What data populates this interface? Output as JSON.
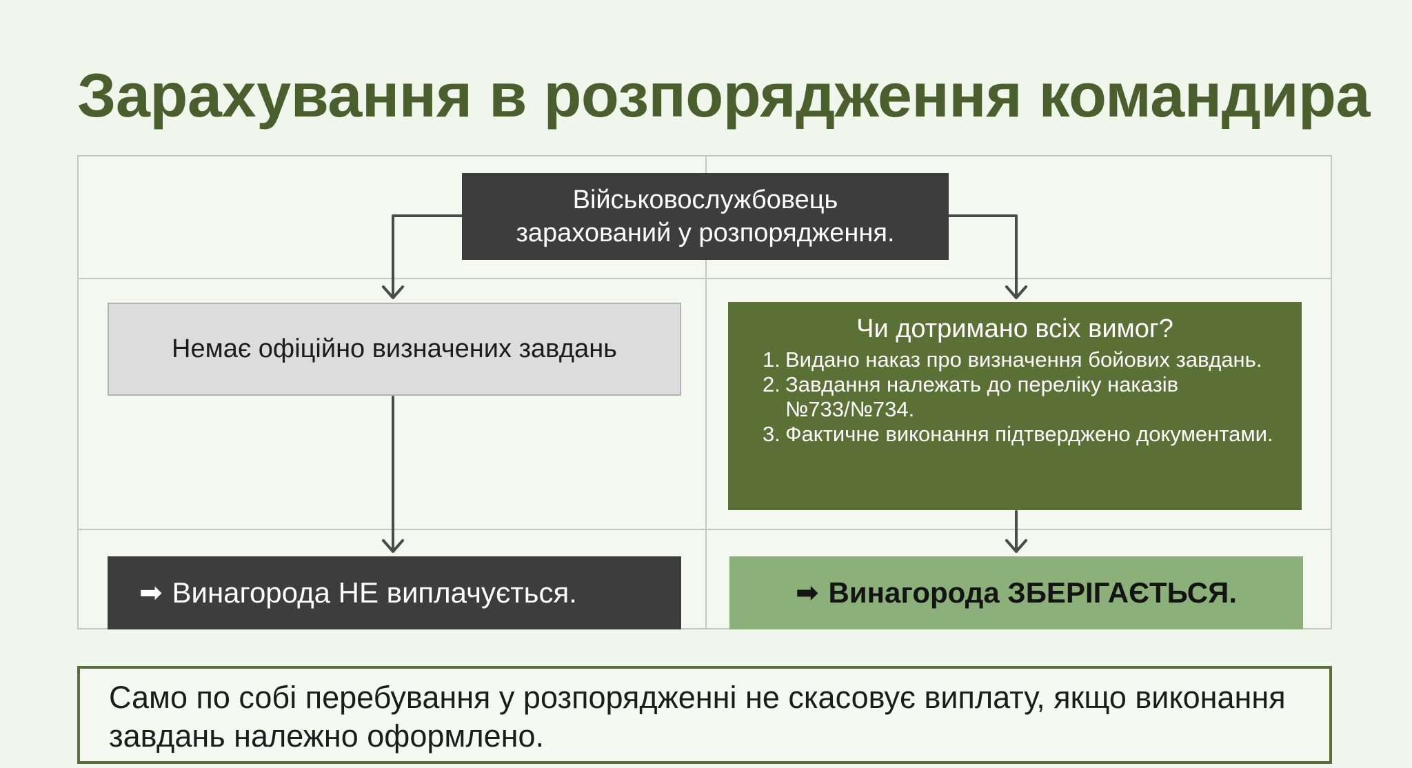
{
  "title": "Зарахування в розпорядження командира",
  "flow": {
    "start": {
      "line1": "Військовослужбовець",
      "line2": "зарахований у розпорядження."
    },
    "left_condition": "Немає офіційно визначених завдань",
    "right_condition": {
      "question": "Чи дотримано всіх вимог?",
      "items": [
        {
          "num": "1.",
          "text": "Видано наказ про визначення бойових завдань."
        },
        {
          "num": "2.",
          "text": "Завдання належать до переліку наказів №733/№734."
        },
        {
          "num": "3.",
          "text": "Фактичне виконання підтверджено документами."
        }
      ]
    },
    "left_result": "Винагорода НЕ виплачується.",
    "right_result": "Винагорода ЗБЕРІГАЄТЬСЯ.",
    "arrow_glyph": "➡"
  },
  "note": "Само по собі перебування у розпорядженні не скасовує виплату, якщо виконання завдань належно оформлено.",
  "colors": {
    "title": "#4a5f2d",
    "dark_box": "#3d3d3d",
    "light_box": "#dcdcdc",
    "green_box": "#5a7034",
    "light_green_box": "#8bb07a",
    "connector": "#4a4a4a"
  }
}
